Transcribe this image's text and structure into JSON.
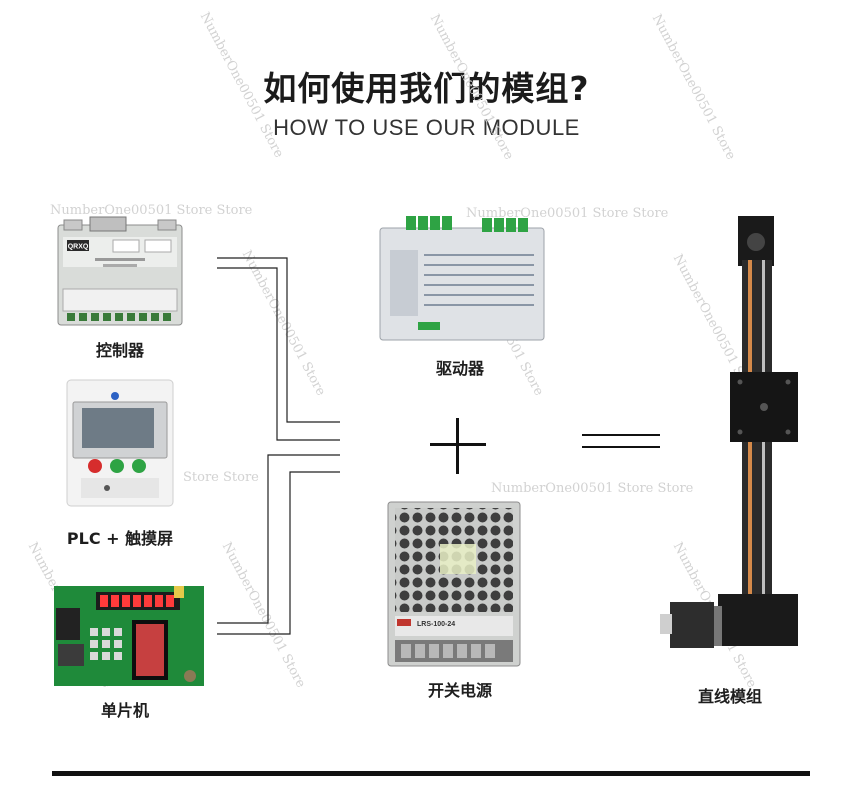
{
  "header": {
    "title_cn": "如何使用我们的模组?",
    "title_en": "HOW TO USE OUR MODULE"
  },
  "components": {
    "controller": {
      "label": "控制器",
      "brand": "QRXQ"
    },
    "plc": {
      "label": "PLC + 触摸屏"
    },
    "mcu": {
      "label": "单片机"
    },
    "driver": {
      "label": "驱动器"
    },
    "power": {
      "label": "开关电源",
      "model": "LRS-100-24"
    },
    "module": {
      "label": "直线模组"
    }
  },
  "operators": {
    "plus": "+",
    "equals": "="
  },
  "watermark": {
    "text_a": "NumberOne00501 Store Store",
    "text_b": "Store Store",
    "text_c": "NumberOne00501 Store"
  }
}
